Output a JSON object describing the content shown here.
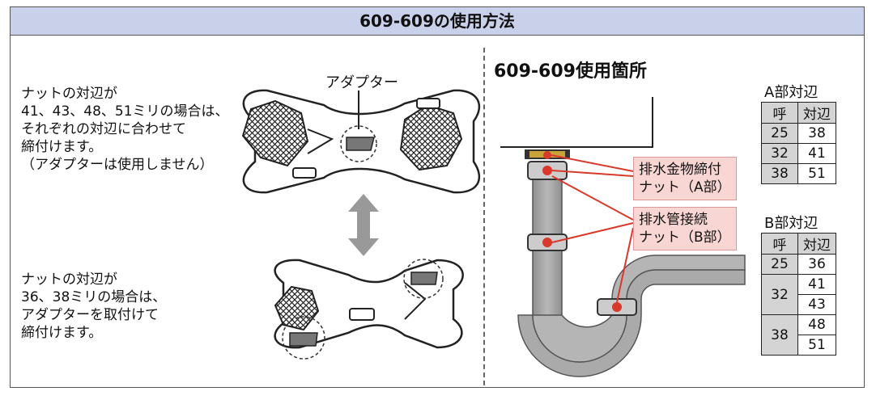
{
  "header": {
    "title": "609-609の使用方法"
  },
  "left": {
    "text_upper": "ナットの対辺が\n41、43、48、51ミリの場合は、\nそれぞれの対辺に合わせて\n締付けます。\n（アダプターは使用しません）",
    "text_lower": "ナットの対辺が\n36、38ミリの場合は、\nアダプターを取付けて\n締付けます。",
    "adapter_label": "アダプター"
  },
  "right": {
    "title": "609-609使用箇所",
    "callout_a": "排水金物締付\nナット（A部）",
    "callout_b": "排水管接続\nナット（B部）"
  },
  "table_a": {
    "caption": "A部対辺",
    "headers": [
      "呼",
      "対辺"
    ],
    "rows": [
      [
        "25",
        "38"
      ],
      [
        "32",
        "41"
      ],
      [
        "38",
        "51"
      ]
    ]
  },
  "table_b": {
    "caption": "B部対辺",
    "headers": [
      "呼",
      "対辺"
    ],
    "rows": [
      [
        "25",
        "36"
      ],
      [
        "32",
        "41"
      ],
      [
        "",
        "43"
      ],
      [
        "38",
        "48"
      ],
      [
        "",
        "51"
      ]
    ]
  },
  "colors": {
    "header_bg": "#c9d0ea",
    "callout_bg": "#f8d6d4",
    "leader": "#d9392b",
    "cell_gray": "#d4d4d4"
  }
}
